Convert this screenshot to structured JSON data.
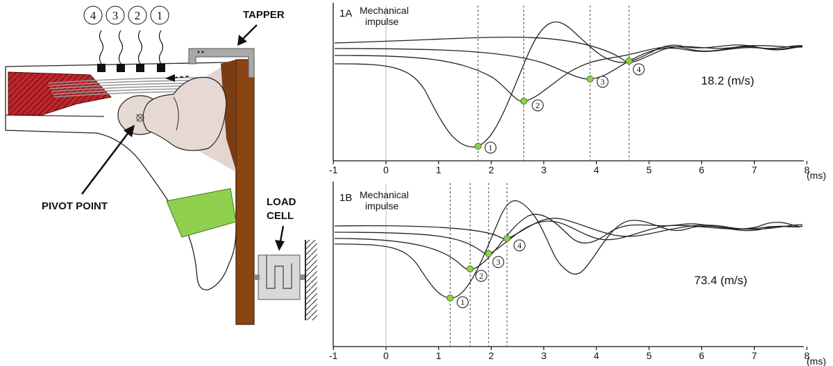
{
  "diagram": {
    "electrode_numbers": [
      "4",
      "3",
      "2",
      "1"
    ],
    "tapper_label": "TAPPER",
    "pivot_label": "PIVOT POINT",
    "load_cell_label_line1": "LOAD",
    "load_cell_label_line2": "CELL",
    "colors": {
      "muscle": "#c0262c",
      "wood": "#8b4513",
      "pad": "#8fd14f",
      "bone": "#e6d8d2",
      "metal": "#a9a9a9"
    }
  },
  "chart_data": [
    {
      "type": "line",
      "panel_label": "1A",
      "annotation_line1": "Mechanical",
      "annotation_line2": "impulse",
      "velocity_label": "18.2 (m/s)",
      "x_ticks": [
        "-1",
        "0",
        "1",
        "2",
        "3",
        "4",
        "5",
        "6",
        "7",
        "8"
      ],
      "x_unit": "(ms)",
      "xlim": [
        -1,
        8
      ],
      "arrival_times": [
        1.75,
        2.62,
        3.88,
        4.62
      ],
      "marker_labels": [
        "1",
        "2",
        "3",
        "4"
      ]
    },
    {
      "type": "line",
      "panel_label": "1B",
      "annotation_line1": "Mechanical",
      "annotation_line2": "impulse",
      "velocity_label": "73.4 (m/s)",
      "x_ticks": [
        "-1",
        "0",
        "1",
        "2",
        "3",
        "4",
        "5",
        "6",
        "7",
        "8"
      ],
      "x_unit": "(ms)",
      "xlim": [
        -1,
        8
      ],
      "arrival_times": [
        1.22,
        1.6,
        1.95,
        2.3
      ],
      "marker_labels": [
        "1",
        "2",
        "3",
        "4"
      ]
    }
  ]
}
